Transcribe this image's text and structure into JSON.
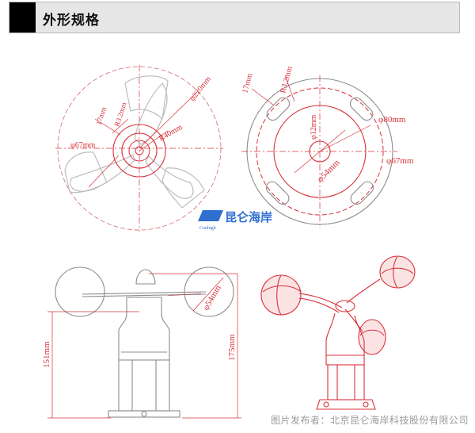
{
  "header": {
    "title": "外形规格"
  },
  "top_left": {
    "dim_outer": "φ220mm",
    "dim_radius": "R40mm",
    "dim_hub": "φ67mm",
    "dim_width": "17mm",
    "dim_r": "R3.2mm"
  },
  "top_right": {
    "dim_width": "17mm",
    "dim_r": "R3.2mm",
    "dim_outer": "φ80mm",
    "dim_center": "φ12mm",
    "dim_hole": "φ54mm",
    "dim_hub": "φ67mm"
  },
  "logo": {
    "brand": "昆仑海岸",
    "sub": "Conhigh"
  },
  "bottom_left": {
    "dim_cup": "φ54mm",
    "dim_height_a": "151mm",
    "dim_height_b": "175mm"
  },
  "caption": "图片发布者：北京昆仑海岸科技股份有限公司",
  "colors": {
    "drawing": "#d9303a",
    "gray": "#8c8c8c",
    "accent_blue": "#2f6fd0"
  }
}
